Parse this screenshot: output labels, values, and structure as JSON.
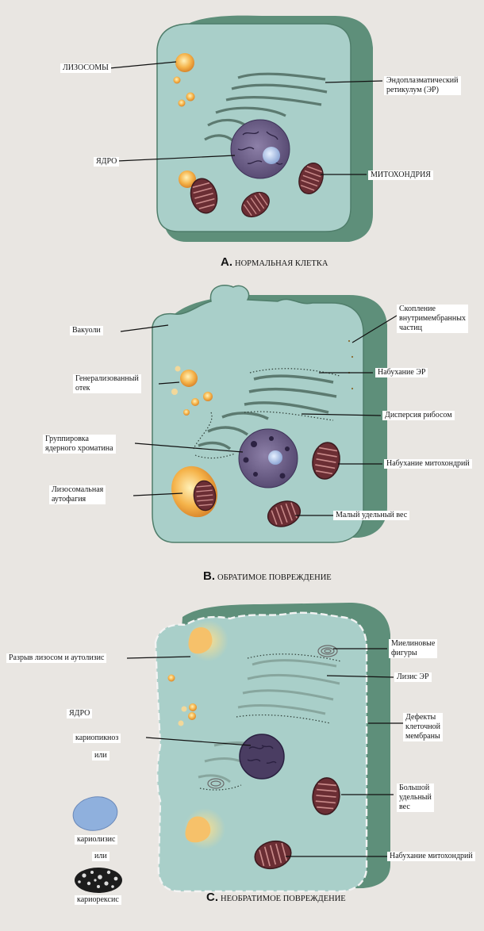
{
  "panels": {
    "a": {
      "letter": "A.",
      "caption": "НОРМАЛЬНАЯ КЛЕТКА",
      "labels": {
        "lysosomes": "ЛИЗОСОМЫ",
        "er": "Эндоплазматический\nретикулум (ЭР)",
        "nucleus": "ЯДРО",
        "mitochondria": "МИТОХОНДРИЯ"
      }
    },
    "b": {
      "letter": "B.",
      "caption": "ОБРАТИМОЕ ПОВРЕЖДЕНИЕ",
      "labels": {
        "vacuoles": "Вакуоли",
        "intramembrane": "Скопление\nвнутримембранных\nчастиц",
        "edema": "Генерализованный\nотек",
        "er_swelling": "Набухание ЭР",
        "ribosome_dispersion": "Дисперсия рибосом",
        "chromatin": "Группировка\nядерного хроматина",
        "mito_swelling": "Набухание митохондрий",
        "autophagy": "Лизосомальная\nаутофагия",
        "low_density": "Малый удельный вес"
      }
    },
    "c": {
      "letter": "C.",
      "caption": "НЕОБРАТИМОЕ ПОВРЕЖДЕНИЕ",
      "labels": {
        "lysosome_rupture": "Разрыв лизосом и аутолизис",
        "myelin": "Миелиновые\nфигуры",
        "er_lysis": "Лизис ЭР",
        "nucleus_title": "ЯДРО",
        "karyopyknosis": "кариопикноз",
        "or1": "или",
        "membrane_defects": "Дефекты\nклеточной\nмембраны",
        "high_density": "Большой\nудельный\nвес",
        "karyolysis": "кариолизис",
        "or2": "или",
        "mito_swelling": "Набухание митохондрий",
        "karyorrhexis": "кариорексис"
      }
    }
  },
  "colors": {
    "cytoplasm": "#a9cfc9",
    "wall": "#6e9e8a",
    "lysosome": "#f2a33a",
    "nucleus": "#6a5c86",
    "mito": "#7a3a40",
    "background": "#e9e6e2"
  }
}
